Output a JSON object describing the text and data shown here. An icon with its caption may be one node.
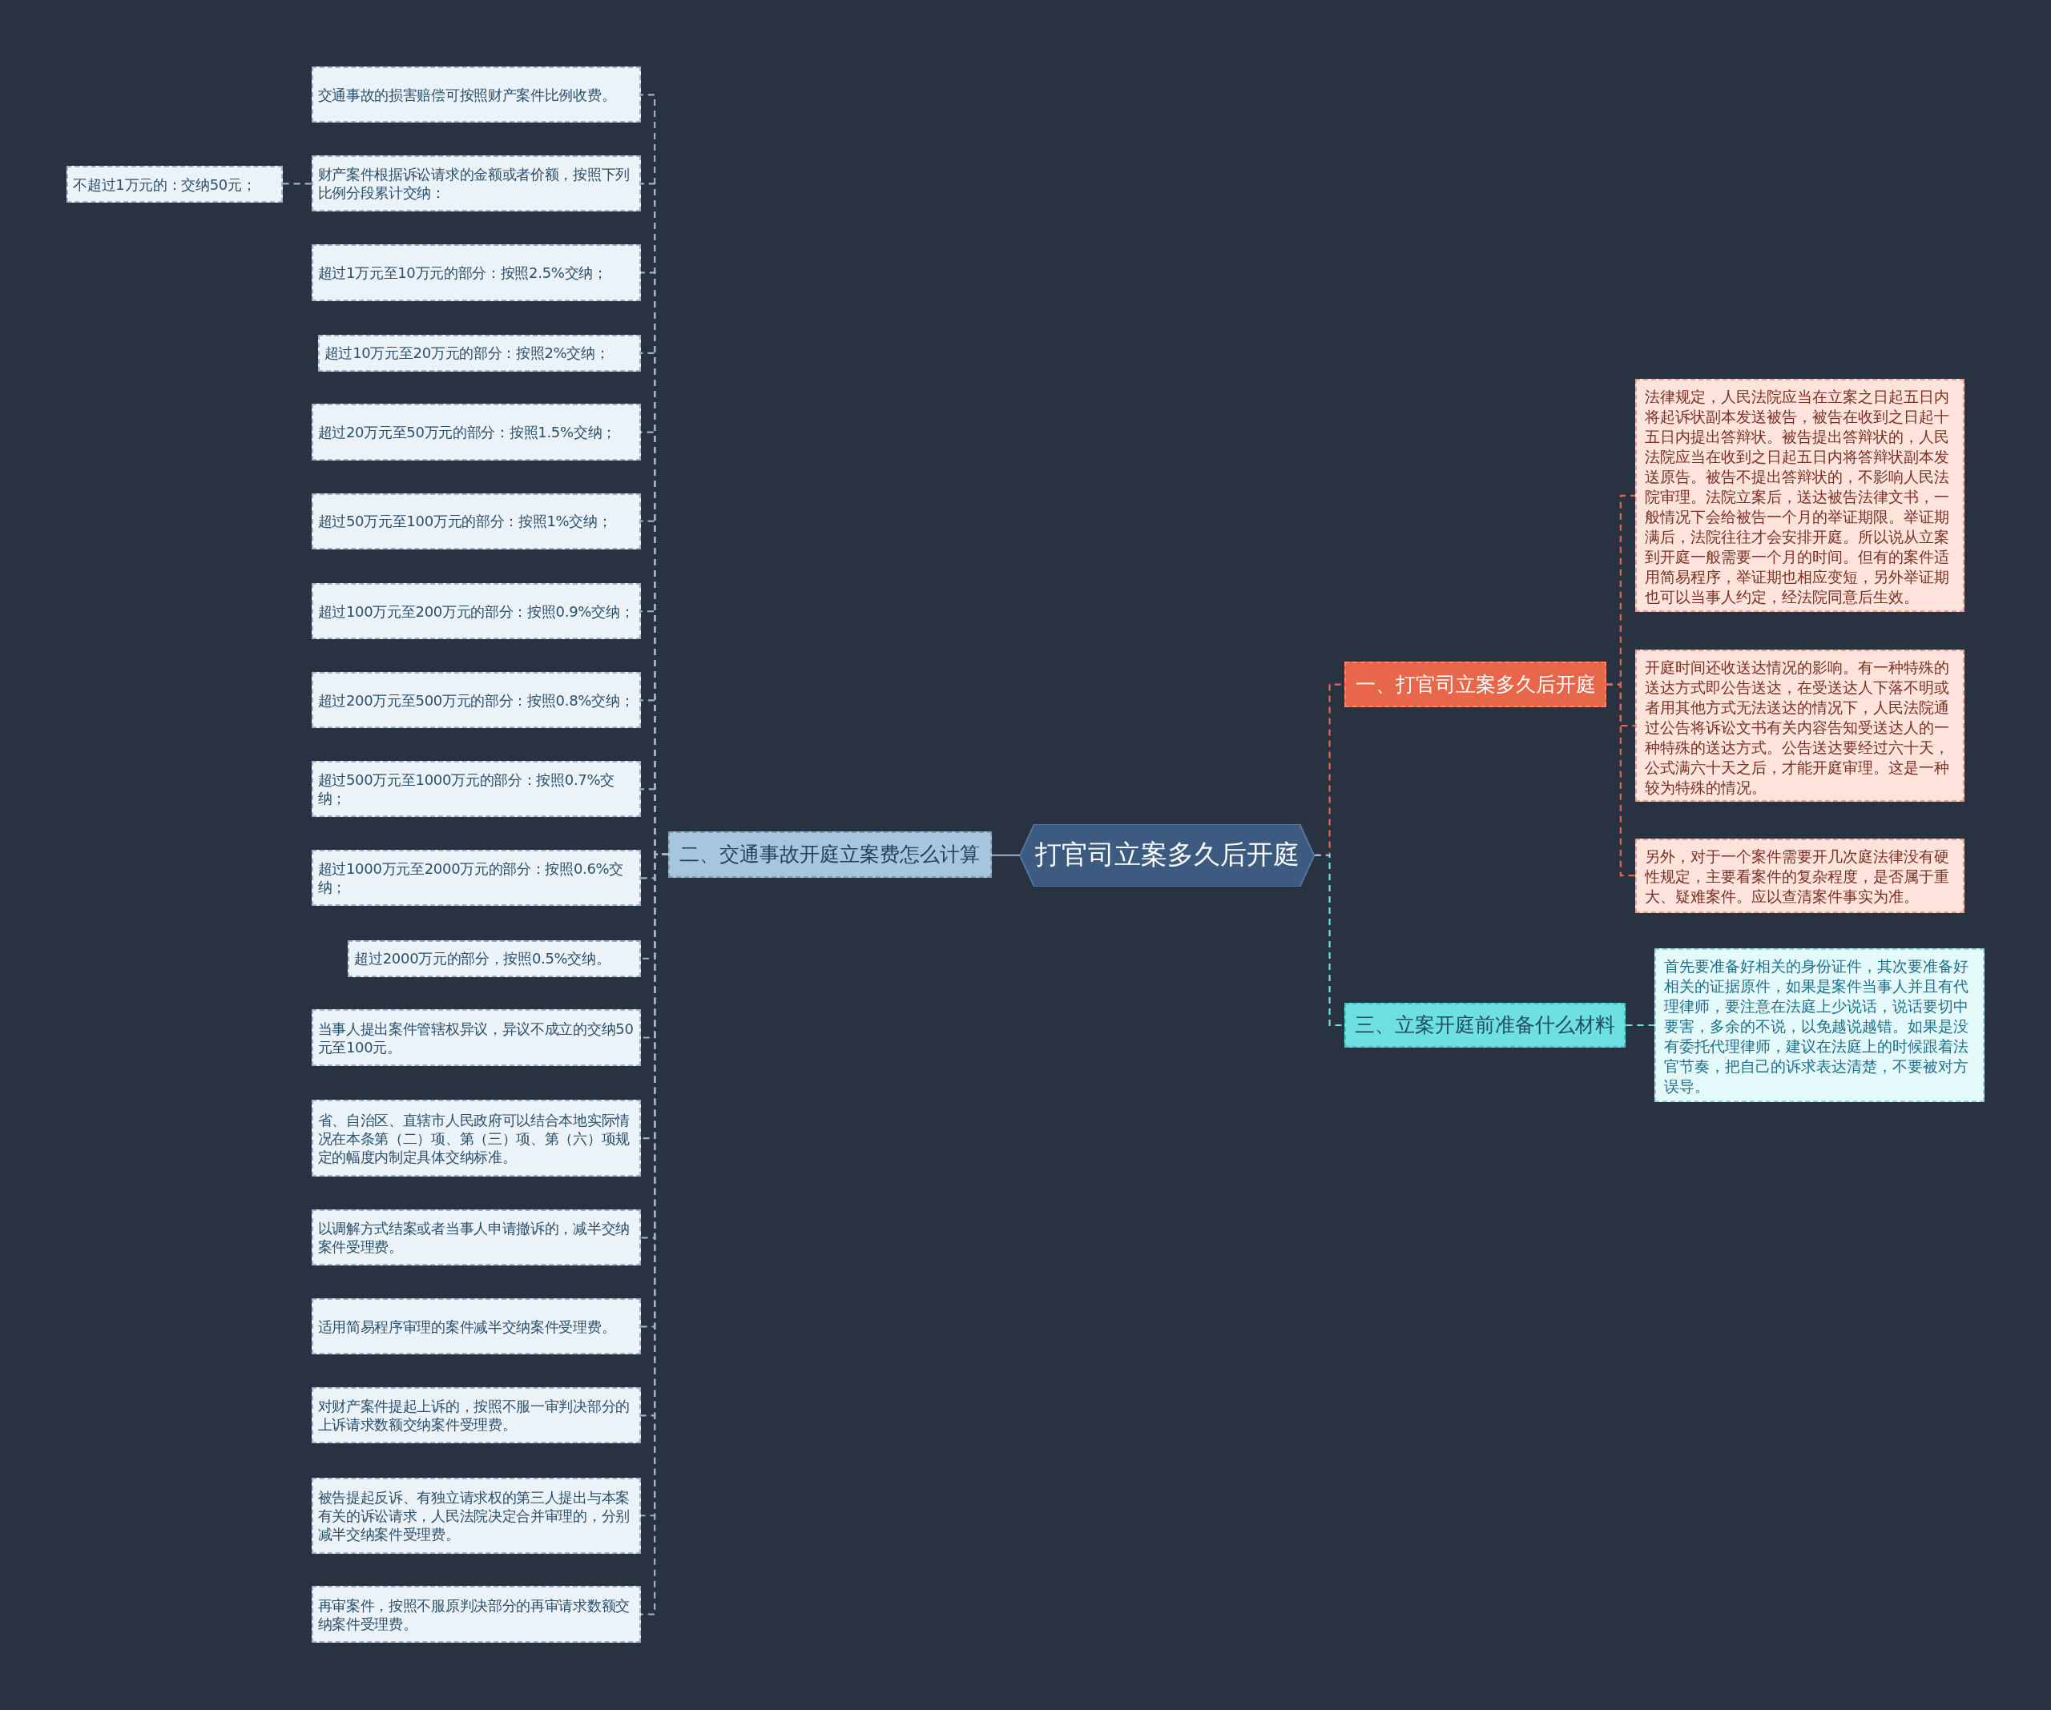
{
  "diagram": {
    "nodes": [
      {
        "text": [
          "打官司立案多久后开庭"
        ]
      },
      {
        "text": [
          "二、交通事故开庭立案费怎么计算"
        ]
      },
      {
        "text": [
          "交通事故的损害赔偿可按照财产案件比例收费。"
        ]
      },
      {
        "text": [
          "财产案件根据诉讼请求的金额或者价额，按照下列比例分段累计交纳："
        ]
      },
      {
        "text": [
          "超过1万元至10万元的部分：按照2.5%交纳；"
        ]
      },
      {
        "text": [
          "超过10万元至20万元的部分：按照2%交纳；"
        ]
      },
      {
        "text": [
          "超过20万元至50万元的部分：按照1.5%交纳；"
        ]
      },
      {
        "text": [
          "超过50万元至100万元的部分：按照1%交纳；"
        ]
      },
      {
        "text": [
          "超过100万元至200万元的部分：按照0.9%交纳；"
        ]
      },
      {
        "text": [
          "超过200万元至500万元的部分：按照0.8%交纳；"
        ]
      },
      {
        "text": [
          "超过500万元至1000万元的部分：按照0.7%交纳；"
        ]
      },
      {
        "text": [
          "超过1000万元至2000万元的部分：按照0.6%交纳；"
        ]
      },
      {
        "text": [
          "超过2000万元的部分，按照0.5%交纳。"
        ]
      },
      {
        "text": [
          "当事人提出案件管辖权异议，异议不成立的交纳50元至100元。"
        ]
      },
      {
        "text": [
          "省、自治区、直辖市人民政府可以结合本地实际情况在本条第（二）项、第（三）项、第（六）项规定的幅度内制定具体交纳标准。"
        ]
      },
      {
        "text": [
          "以调解方式结案或者当事人申请撤诉的，减半交纳案件受理费。"
        ]
      },
      {
        "text": [
          "适用简易程序审理的案件减半交纳案件受理费。"
        ]
      },
      {
        "text": [
          "对财产案件提起上诉的，按照不服一审判决部分的上诉请求数额交纳案件受理费。"
        ]
      },
      {
        "text": [
          "被告提起反诉、有独立请求权的第三人提出与本案有关的诉讼请求，人民法院决定合并审理的，分别减半交纳案件受理费。"
        ]
      },
      {
        "text": [
          "再审案件，按照不服原判决部分的再审请求数额交纳案件受理费。"
        ]
      },
      {
        "text": [
          "不超过1万元的：交纳50元；"
        ]
      },
      {
        "text": [
          "一、打官司立案多久后开庭"
        ]
      },
      {
        "text": [
          "法律规定，人民法院应当在立案之日起五日内将起诉状副本发送被告，被告在收到之日起十五日内提出答辩状。被告提出答辩状的，人民法院应当在收到之日起五日内将答辩状副本发送原告。被告不提出答辩状的，不影响人民法院审理。法院立案后，送达被告法律文书，一般情况下会给被告一个月的举证期限。举证期满后，法院往往才会安排开庭。所以说从立案到开庭一般需要一个月的时间。但有的案件适用简易程序，举证期也相应变短，另外举证期也可以当事人约定，经法院同意后生效。"
        ]
      },
      {
        "text": [
          "开庭时间还收送达情况的影响。有一种特殊的送达方式即公告送达，在受送达人下落不明或者用其他方式无法送达的情况下，人民法院通过公告将诉讼文书有关内容告知受送达人的一种特殊的送达方式。公告送达要经过六十天，公式满六十天之后，才能开庭审理。这是一种较为特殊的情况。"
        ]
      },
      {
        "text": [
          "另外，对于一个案件需要开几次庭法律没有硬性规定，主要看案件的复杂程度，是否属于重大、疑难案件。应以查清案件事实为准。"
        ]
      },
      {
        "text": [
          "三、立案开庭前准备什么材料"
        ]
      },
      {
        "text": [
          "首先要准备好相关的身份证件，其次要准备好相关的证据原件，如果是案件当事人并且有代理律师，要注意在法庭上少说话，说话要切中要害，多余的不说，以免越说越错。如果是没有委托代理律师，建议在法庭上的时候跟着法官节奏，把自己的诉求表达清楚，不要被对方误导。"
        ]
      }
    ],
    "edges": [
      {
        "from": 0,
        "to": 1,
        "arrow": "none"
      },
      {
        "from": 1,
        "to": 2,
        "arrow": "none",
        "style": "dashed"
      },
      {
        "from": 1,
        "to": 3,
        "arrow": "none",
        "style": "dashed"
      },
      {
        "from": 1,
        "to": 4,
        "arrow": "none",
        "style": "dashed"
      },
      {
        "from": 1,
        "to": 5,
        "arrow": "none",
        "style": "dashed"
      },
      {
        "from": 1,
        "to": 6,
        "arrow": "none",
        "style": "dashed"
      },
      {
        "from": 1,
        "to": 7,
        "arrow": "none",
        "style": "dashed"
      },
      {
        "from": 1,
        "to": 8,
        "arrow": "none",
        "style": "dashed"
      },
      {
        "from": 1,
        "to": 9,
        "arrow": "none",
        "style": "dashed"
      },
      {
        "from": 1,
        "to": 10,
        "arrow": "none",
        "style": "dashed"
      },
      {
        "from": 1,
        "to": 11,
        "arrow": "none",
        "style": "dashed"
      },
      {
        "from": 1,
        "to": 12,
        "arrow": "none",
        "style": "dashed"
      },
      {
        "from": 1,
        "to": 13,
        "arrow": "none",
        "style": "dashed"
      },
      {
        "from": 1,
        "to": 14,
        "arrow": "none",
        "style": "dashed"
      },
      {
        "from": 1,
        "to": 15,
        "arrow": "none",
        "style": "dashed"
      },
      {
        "from": 1,
        "to": 16,
        "arrow": "none",
        "style": "dashed"
      },
      {
        "from": 1,
        "to": 17,
        "arrow": "none",
        "style": "dashed"
      },
      {
        "from": 1,
        "to": 18,
        "arrow": "none",
        "style": "dashed"
      },
      {
        "from": 1,
        "to": 19,
        "arrow": "none",
        "style": "dashed"
      },
      {
        "from": 3,
        "to": 20,
        "arrow": "none",
        "style": "dashed"
      },
      {
        "from": 0,
        "to": 21,
        "arrow": "none",
        "style": "dashed",
        "color": "#e8664a"
      },
      {
        "from": 21,
        "to": 22,
        "arrow": "none",
        "style": "dashed",
        "color": "#e8664a"
      },
      {
        "from": 21,
        "to": 23,
        "arrow": "none",
        "style": "dashed",
        "color": "#e8664a"
      },
      {
        "from": 21,
        "to": 24,
        "arrow": "none",
        "style": "dashed",
        "color": "#e8664a"
      },
      {
        "from": 0,
        "to": 25,
        "arrow": "none",
        "style": "dashed",
        "color": "#6ee0e2"
      },
      {
        "from": 25,
        "to": 26,
        "arrow": "none",
        "style": "dashed",
        "color": "#6ee0e2"
      }
    ]
  }
}
